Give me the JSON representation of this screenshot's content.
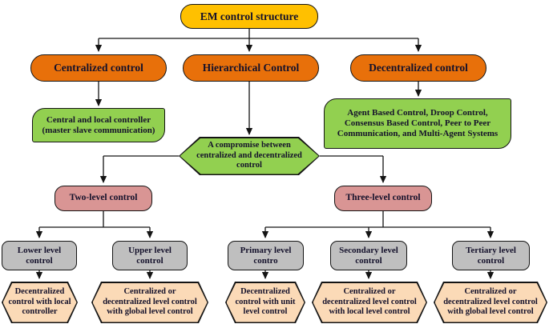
{
  "diagram_title": "EM control structure",
  "colors": {
    "root_fill": "#FFC000",
    "category_fill": "#E8700A",
    "description_fill": "#92D050",
    "level_fill": "#D99594",
    "sublevel_fill": "#BFBFBF",
    "leaf_fill": "#FBDAB7",
    "line_color": "#141414",
    "text_color": "#14112b"
  },
  "nodes": {
    "root": {
      "label": "EM control structure"
    },
    "centralized": {
      "label": "Centralized control"
    },
    "hierarchical": {
      "label": "Hierarchical Control"
    },
    "decentralized": {
      "label": "Decentralized control"
    },
    "central_local": {
      "label": "Central and local controller\n(master slave communication)"
    },
    "agent_based": {
      "label": "Agent Based Control, Droop Control,\nConsensus Based Control, Peer to Peer\nCommunication, and Multi-Agent Systems"
    },
    "compromise": {
      "label": "A compromise between\ncentralized and decentralized\ncontrol"
    },
    "two_level": {
      "label": "Two-level control"
    },
    "three_level": {
      "label": "Three-level control"
    },
    "lower_level": {
      "label": "Lower level\ncontrol"
    },
    "upper_level": {
      "label": "Upper level\ncontrol"
    },
    "primary_level": {
      "label": "Primary level\ncontro"
    },
    "secondary_level": {
      "label": "Secondary level\ncontrol"
    },
    "tertiary_level": {
      "label": "Tertiary level\ncontrol"
    },
    "leaf_decent_local": {
      "label": "Decentralized\ncontrol with local\ncontroller"
    },
    "leaf_cent_global_a": {
      "label": "Centralized or\ndecentralized level control\nwith global level control"
    },
    "leaf_decent_unit": {
      "label": "Decentralized\ncontrol with unit\nlevel control"
    },
    "leaf_cent_local": {
      "label": "Centralized or\ndecentralized level control\nwith local level control"
    },
    "leaf_cent_global_b": {
      "label": "Centralized or\ndecentralized level control\nwith global level control"
    }
  }
}
